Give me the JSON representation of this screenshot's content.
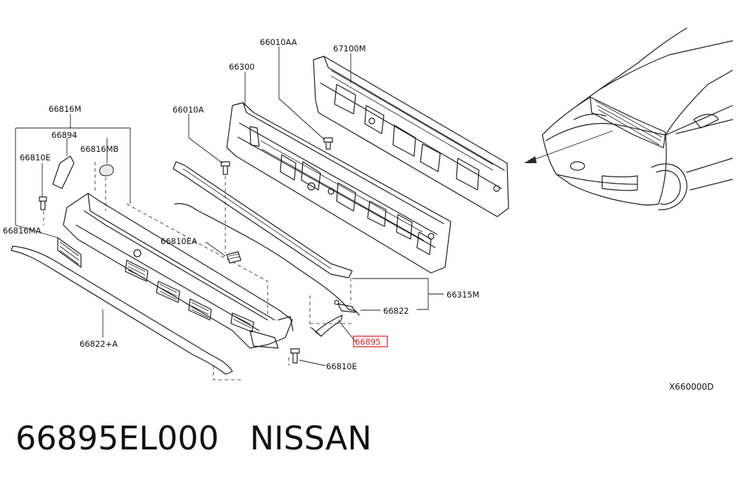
{
  "callouts": {
    "c66010AA": "66010AA",
    "c67100M": "67100M",
    "c66300": "66300",
    "c66010A": "66010A",
    "c66816M": "66816M",
    "c66894": "66894",
    "c66816MB": "66816MB",
    "c66810E_top": "66810E",
    "c66816MA": "66816MA",
    "c66810EA": "66810EA",
    "c66315M": "66315M",
    "c66822": "66822",
    "c66895": "66895",
    "c66822A": "66822+A",
    "c66810E_bottom": "66810E"
  },
  "highlight_color": "#e0222a",
  "diagram_code": "X660000D",
  "caption": {
    "part_number": "66895EL000",
    "brand": "NISSAN"
  }
}
